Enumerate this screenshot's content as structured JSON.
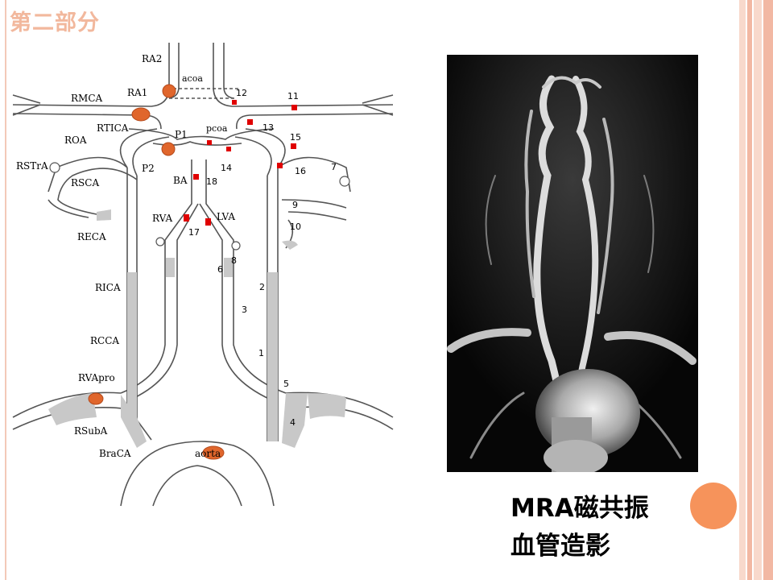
{
  "slide": {
    "title": "第二部分",
    "caption_line1": "MRA磁共振",
    "caption_line2": "血管造影"
  },
  "diagram": {
    "labels": {
      "ra2": "RA2",
      "acoa": "acoa",
      "ra1": "RA1",
      "rmca": "RMCA",
      "rtica": "RTICA",
      "p1": "P1",
      "pcoa": "pcoa",
      "roa": "ROA",
      "rstra": "RSTrA",
      "p2": "P2",
      "rsca": "RSCA",
      "ba": "BA",
      "rva": "RVA",
      "lva": "LVA",
      "reca": "RECA",
      "rica": "RICA",
      "rcca": "RCCA",
      "rvapro": "RVApro",
      "rsuba": "RSubA",
      "braca": "BraCA",
      "aorta": "aorta"
    },
    "numbers": {
      "n1": "1",
      "n2": "2",
      "n3": "3",
      "n4": "4",
      "n5": "5",
      "n6": "6",
      "n7": "7",
      "n8": "8",
      "n9": "9",
      "n10": "10",
      "n11": "11",
      "n12": "12",
      "n13": "13",
      "n14": "14",
      "n15": "15",
      "n16": "16",
      "n17": "17",
      "n18": "18"
    }
  },
  "colors": {
    "title": "#f2b89d",
    "marker_red": "#e00000",
    "lesion_orange": "#e0662c",
    "orb": "#f6935b",
    "stripe_light": "#f8d9cc",
    "stripe_mid": "#f2b8a3"
  }
}
